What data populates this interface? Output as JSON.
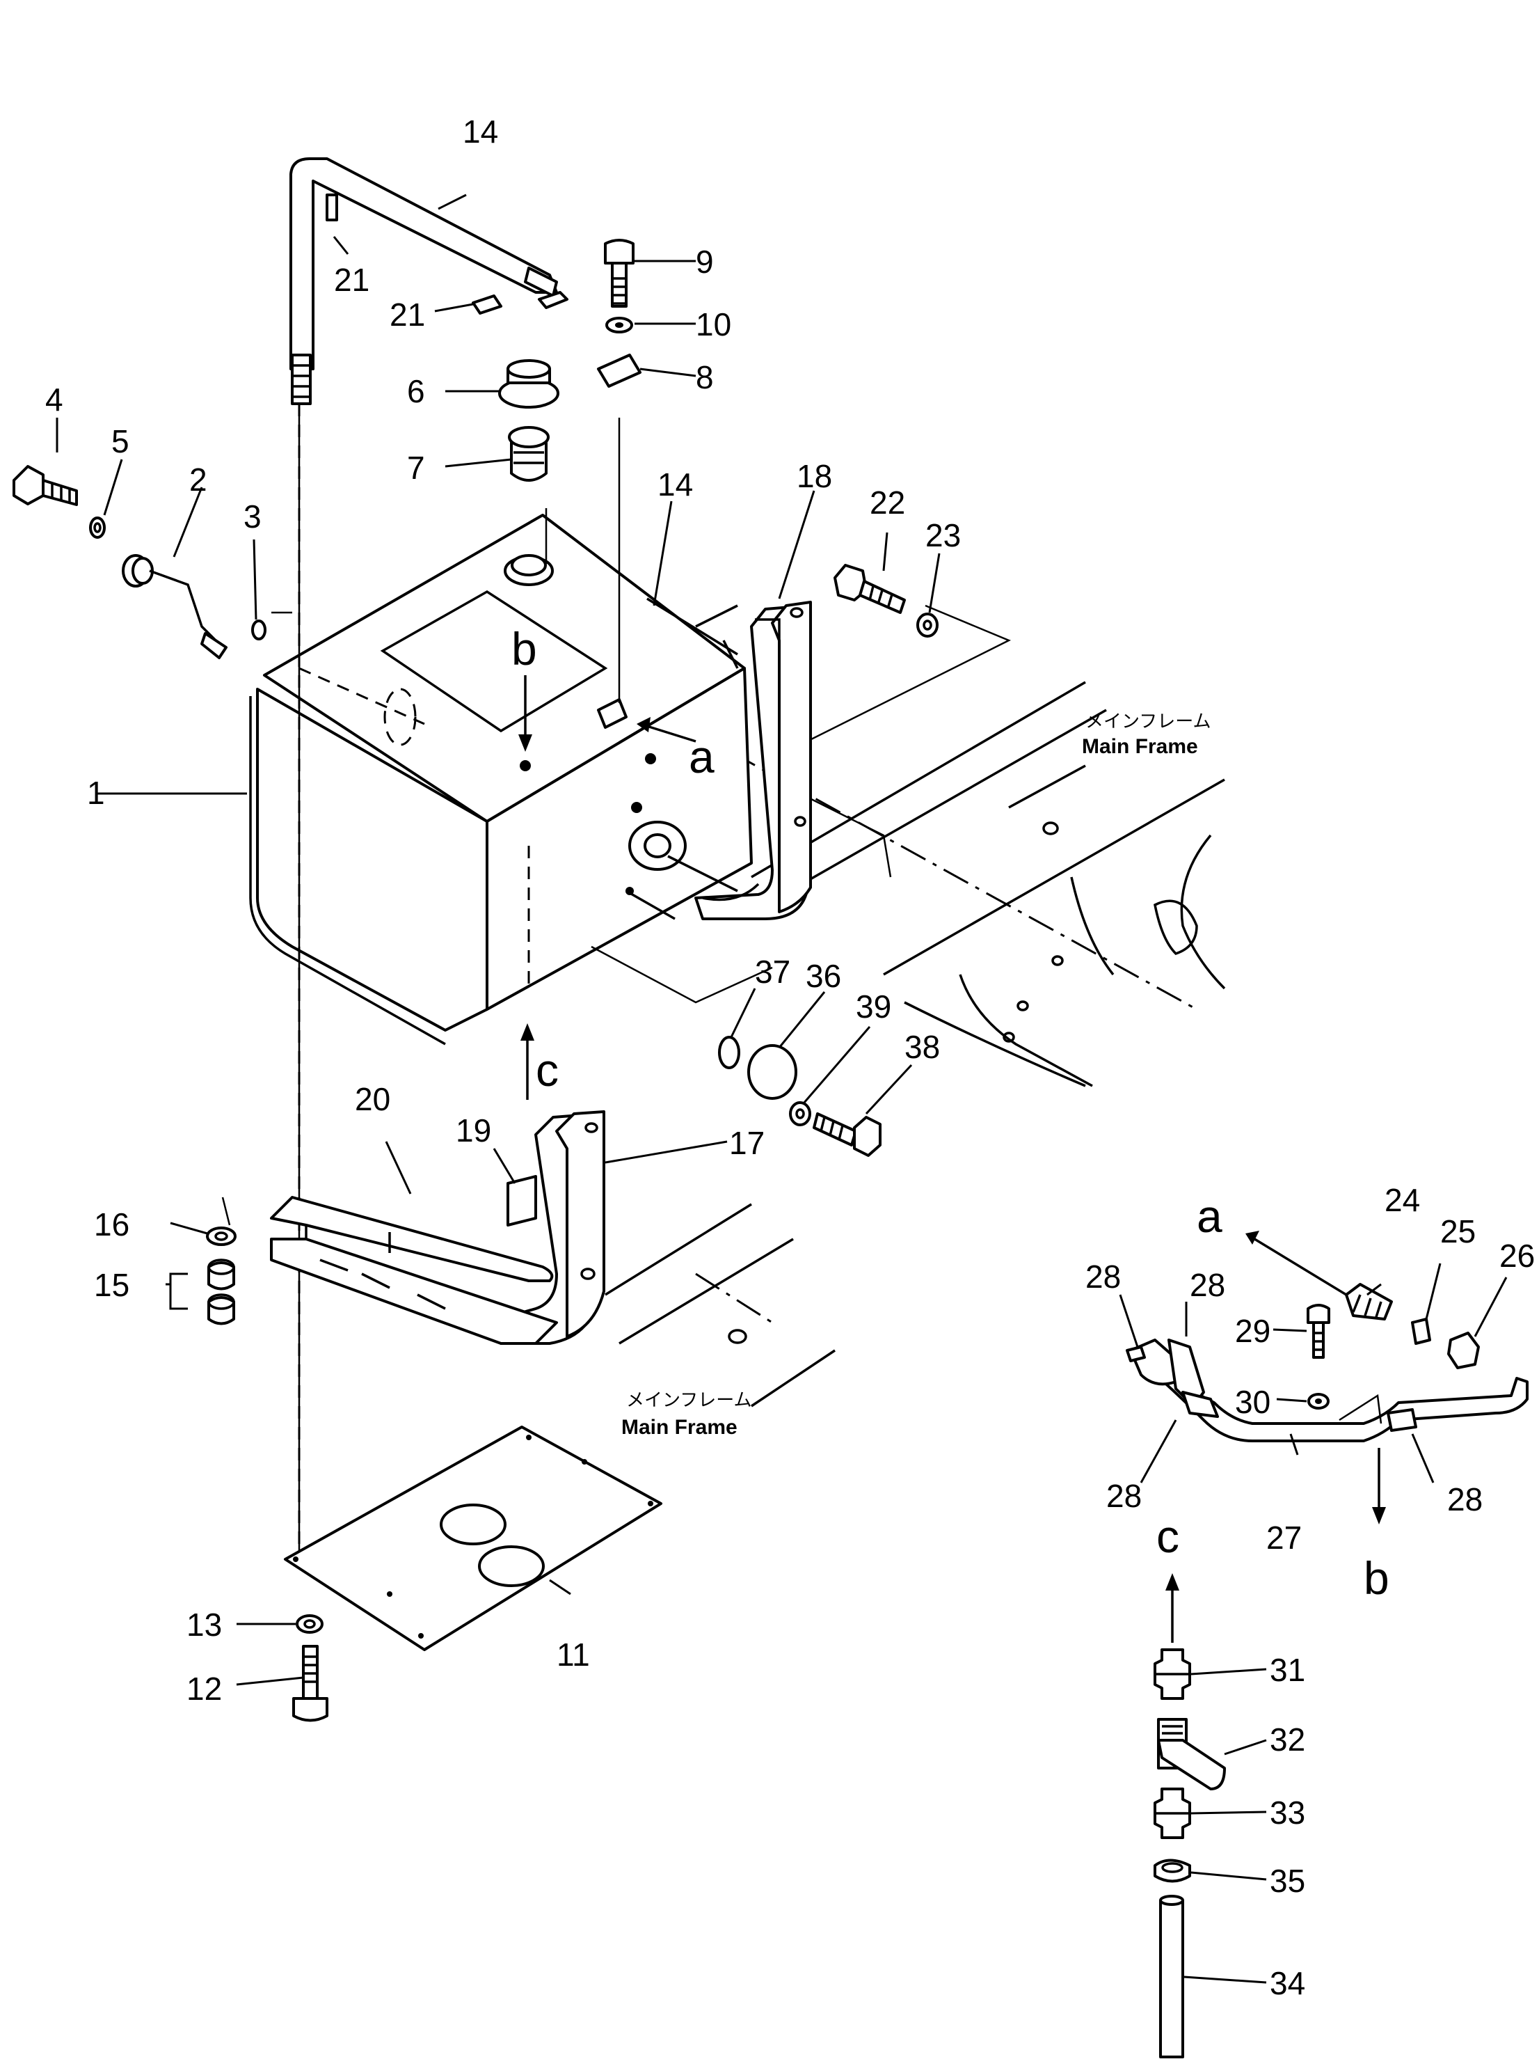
{
  "callouts": {
    "n1": "1",
    "n2": "2",
    "n3": "3",
    "n4": "4",
    "n5": "5",
    "n6": "6",
    "n7": "7",
    "n8": "8",
    "n9": "9",
    "n10": "10",
    "n11": "11",
    "n12": "12",
    "n13": "13",
    "n14a": "14",
    "n14b": "14",
    "n15": "15",
    "n16": "16",
    "n17": "17",
    "n18": "18",
    "n19": "19",
    "n20": "20",
    "n21a": "21",
    "n21b": "21",
    "n22": "22",
    "n23": "23",
    "n24": "24",
    "n25": "25",
    "n26": "26",
    "n27": "27",
    "n28a": "28",
    "n28b": "28",
    "n28c": "28",
    "n28d": "28",
    "n29": "29",
    "n30": "30",
    "n31": "31",
    "n32": "32",
    "n33": "33",
    "n34": "34",
    "n35": "35",
    "n36": "36",
    "n37": "37",
    "n38": "38",
    "n39": "39"
  },
  "view_letters": {
    "a_tank": "a",
    "b_tank": "b",
    "c_tank": "c",
    "a_detail": "a",
    "b_detail": "b",
    "c_detail": "c"
  },
  "frame_labels": {
    "upper_jp": "メインフレーム",
    "upper_en": "Main Frame",
    "lower_jp": "メインフレーム",
    "lower_en": "Main Frame"
  }
}
